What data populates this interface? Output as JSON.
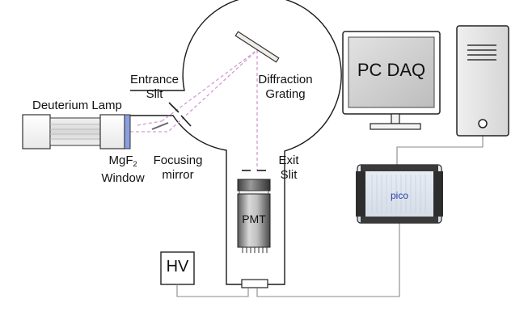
{
  "labels": {
    "deuterium_lamp": "Deuterium Lamp",
    "entrance_slit_line1": "Entrance",
    "entrance_slit_line2": "Slit",
    "diffraction_line1": "Diffraction",
    "diffraction_line2": "Grating",
    "window_main": "MgF",
    "window_sub": "2",
    "window_line2": "Window",
    "focusing_line1": "Focusing",
    "focusing_line2": "mirror",
    "exit_line1": "Exit",
    "exit_line2": "Slit",
    "pmt": "PMT",
    "hv": "HV",
    "pc_daq": "PC DAQ",
    "pico": "pico"
  },
  "colors": {
    "beam": "#d49ad6",
    "line": "#1a1a1a",
    "window_blue": "#8a9fe0",
    "pico_text": "#2b3fa8",
    "cable": "#888888"
  }
}
